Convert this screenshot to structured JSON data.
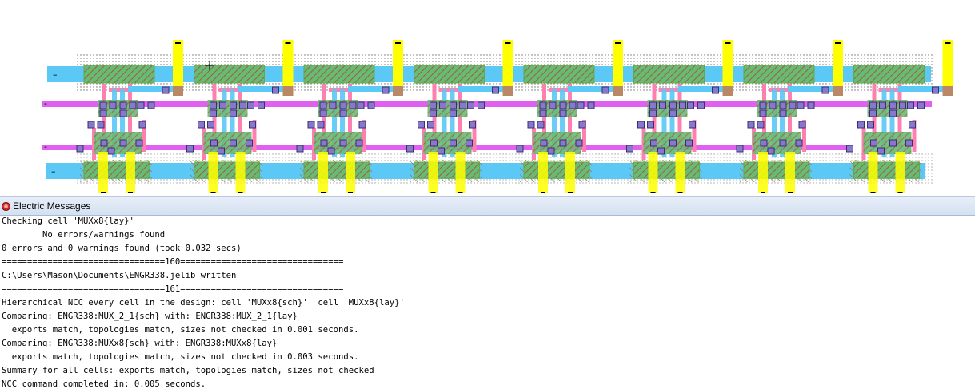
{
  "window": {
    "title": "Electric Messages"
  },
  "layout": {
    "cell": "MUXx8{lay}",
    "rail_labels": [
      "–",
      "-",
      "-",
      "–"
    ]
  },
  "messages": [
    "Checking cell 'MUXx8{lay}'",
    "        No errors/warnings found",
    "0 errors and 0 warnings found (took 0.032 secs)",
    "================================160================================",
    "C:\\Users\\Mason\\Documents\\ENGR338.jelib written",
    "================================161================================",
    "Hierarchical NCC every cell in the design: cell 'MUXx8{sch}'  cell 'MUXx8{lay}'",
    "Comparing: ENGR338:MUX_2_1{sch} with: ENGR338:MUX_2_1{lay}",
    "  exports match, topologies match, sizes not checked in 0.001 seconds.",
    "Comparing: ENGR338:MUXx8{sch} with: ENGR338:MUXx8{lay}",
    "  exports match, topologies match, sizes not checked in 0.003 seconds.",
    "Summary for all cells: exports match, topologies match, sizes not checked",
    "NCC command completed in: 0.005 seconds."
  ],
  "colors": {
    "metal1": "#5bc8f5",
    "metal2": "#e060f0",
    "poly": "#ff80b0",
    "ndiff_green": "#66bb77",
    "pwell_yellow": "#ffff00",
    "export_brown": "#bb8866",
    "via_purple": "#8877cc"
  }
}
